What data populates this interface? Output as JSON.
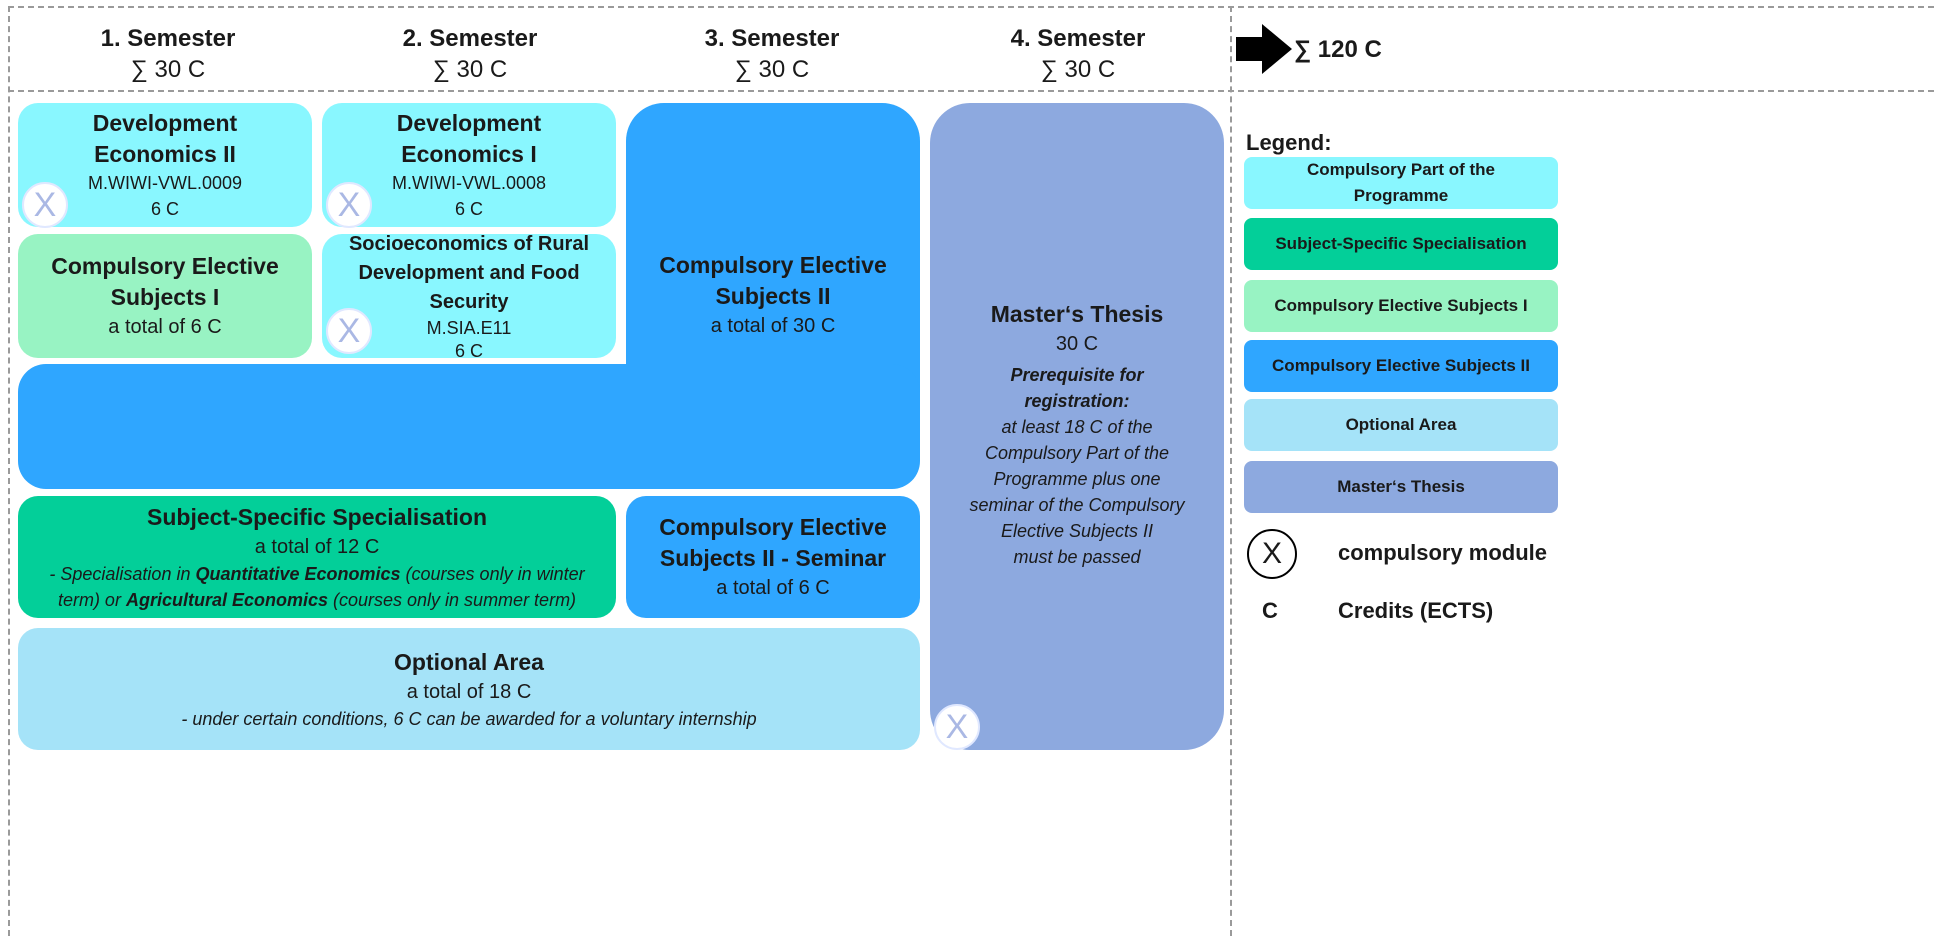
{
  "semesters": [
    {
      "title": "1. Semester",
      "credits": "∑ 30 C"
    },
    {
      "title": "2. Semester",
      "credits": "∑ 30 C"
    },
    {
      "title": "3. Semester",
      "credits": "∑ 30 C"
    },
    {
      "title": "4. Semester",
      "credits": "∑ 30 C"
    }
  ],
  "total": "∑ 120 C",
  "modules": {
    "dev2": {
      "title1": "Development",
      "title2": "Economics II",
      "code": "M.WIWI-VWL.0009",
      "credits": "6 C"
    },
    "dev1": {
      "title1": "Development",
      "title2": "Economics I",
      "code": "M.WIWI-VWL.0008",
      "credits": "6 C"
    },
    "socio": {
      "title1": "Socioeconomics of Rural",
      "title2": "Development and Food",
      "title3": "Security",
      "code": "M.SIA.E11",
      "credits": "6 C"
    },
    "ces1": {
      "title1": "Compulsory Elective",
      "title2": "Subjects I",
      "credits": "a total of 6 C"
    },
    "ces2": {
      "title1": "Compulsory Elective",
      "title2": "Subjects II",
      "credits": "a total of 30 C"
    },
    "thesis": {
      "title": "Master‘s Thesis",
      "credits": "30 C",
      "prereq1": "Prerequisite for",
      "prereq2": "registration:",
      "lines": [
        "at least 18 C of the",
        "Compulsory Part of the",
        "Programme plus one",
        "seminar of the Compulsory",
        "Elective Subjects II",
        "must be passed"
      ]
    },
    "sss": {
      "title": "Subject-Specific Specialisation",
      "credits": "a total of 12 C",
      "note_a": "- Specialisation in ",
      "note_b": "Quantitative Economics",
      "note_c": " (courses only in winter",
      "note_d": "term) or ",
      "note_e": "Agricultural Economics",
      "note_f": " (courses only in summer term)"
    },
    "seminar": {
      "title1": "Compulsory Elective",
      "title2": "Subjects II - Seminar",
      "credits": "a total of 6 C"
    },
    "optional": {
      "title": "Optional Area",
      "credits": "a total of 18 C",
      "note": "- under certain conditions, 6 C can be awarded for a voluntary internship"
    }
  },
  "compulsory_marker": "X",
  "legend": {
    "title": "Legend:",
    "items": [
      {
        "label1": "Compulsory Part of the",
        "label2": "Programme",
        "color": "#89f7ff"
      },
      {
        "label1": "Subject-Specific Specialisation",
        "label2": "",
        "color": "#03cf99"
      },
      {
        "label1": "Compulsory Elective Subjects I",
        "label2": "",
        "color": "#98f3c3"
      },
      {
        "label1": "Compulsory Elective Subjects II",
        "label2": "",
        "color": "#2fa6ff"
      },
      {
        "label1": "Optional Area",
        "label2": "",
        "color": "#a5e3f8"
      },
      {
        "label1": "Master‘s Thesis",
        "label2": "",
        "color": "#8da9df"
      }
    ],
    "symbol_x": "X",
    "symbol_x_label": "compulsory module",
    "symbol_c": "C",
    "symbol_c_label": "Credits (ECTS)"
  }
}
